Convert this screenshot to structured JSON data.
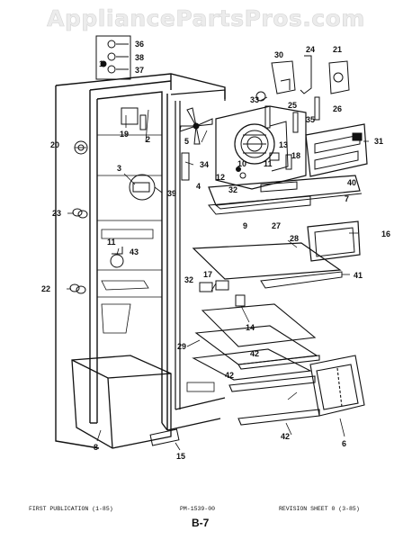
{
  "watermark": "AppliancePartsPros.com",
  "callouts": [
    "1",
    "2",
    "3",
    "4",
    "5",
    "6",
    "7",
    "8",
    "9",
    "10",
    "11",
    "12",
    "13",
    "14",
    "15",
    "16",
    "17",
    "18",
    "19",
    "20",
    "21",
    "22",
    "23",
    "24",
    "25",
    "26",
    "27",
    "28",
    "29",
    "30",
    "31",
    "32",
    "33",
    "34",
    "35",
    "36",
    "37",
    "38",
    "39",
    "40",
    "41",
    "42",
    "43"
  ],
  "footer": {
    "first_publication": "FIRST PUBLICATION (1-85)",
    "part_number": "PM-1539-00",
    "revision": "REVISION SHEET 0 (3-85)",
    "page": "B-7"
  }
}
